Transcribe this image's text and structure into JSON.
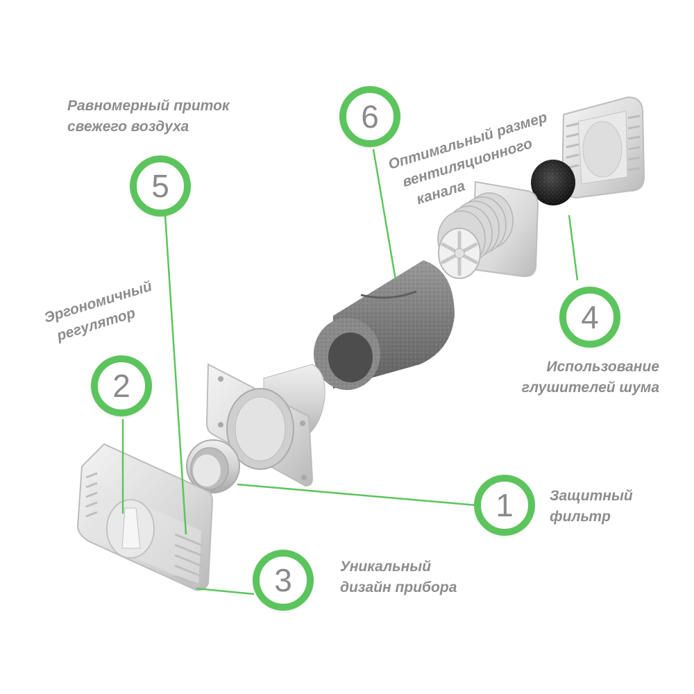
{
  "diagram": {
    "callouts": [
      {
        "number": "1"
      },
      {
        "number": "2"
      },
      {
        "number": "3"
      },
      {
        "number": "4"
      },
      {
        "number": "5"
      },
      {
        "number": "6"
      }
    ],
    "labels": {
      "filter": [
        "Защитный",
        "фильтр"
      ],
      "regulator": [
        "Эргономичный",
        "регулятор"
      ],
      "design": [
        "Уникальный",
        "дизайн прибора"
      ],
      "silencers": [
        "Использование",
        "глушителей шума"
      ],
      "airflow": [
        "Равномерный приток",
        "свежего воздуха"
      ],
      "channel": [
        "Оптимальный размер",
        "вентиляционного",
        "канала"
      ]
    },
    "colors": {
      "accent": "#5cc45d",
      "text": "#8c8c8c",
      "plastic": "#dcdcdc",
      "foam": "#7d7d7d"
    }
  }
}
